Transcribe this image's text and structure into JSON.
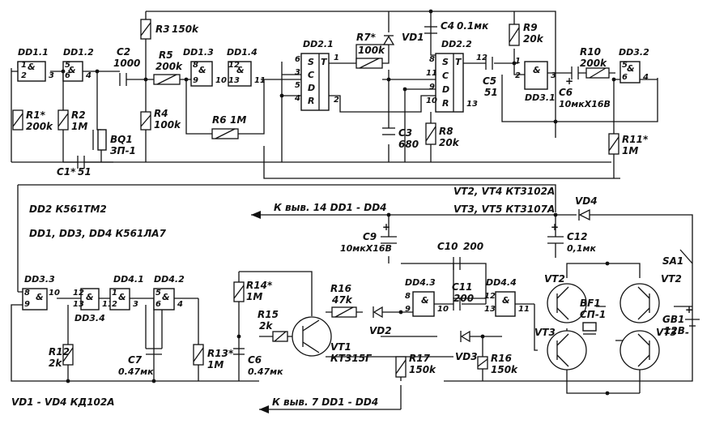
{
  "gates": {
    "dd11": {
      "name": "DD1.1",
      "pins": [
        "1",
        "2",
        "3"
      ],
      "sym": "&"
    },
    "dd12": {
      "name": "DD1.2",
      "pins": [
        "5",
        "6",
        "4"
      ],
      "sym": "&"
    },
    "dd13": {
      "name": "DD1.3",
      "pins": [
        "8",
        "9",
        "10"
      ],
      "sym": "&"
    },
    "dd14": {
      "name": "DD1.4",
      "pins": [
        "12",
        "13",
        "11"
      ],
      "sym": "&"
    },
    "dd31": {
      "name": "DD3.1",
      "pins": [
        "1",
        "2",
        "3"
      ],
      "sym": "&"
    },
    "dd32": {
      "name": "DD3.2",
      "pins": [
        "5",
        "6",
        "4"
      ],
      "sym": "&"
    },
    "dd33": {
      "name": "DD3.3",
      "pins": [
        "8",
        "9",
        "10"
      ],
      "sym": "&"
    },
    "dd34": {
      "name": "DD3.4",
      "pins": [
        "12",
        "13",
        "11"
      ],
      "sym": "&"
    },
    "dd41": {
      "name": "DD4.1",
      "pins": [
        "1",
        "2",
        "3"
      ],
      "sym": "&"
    },
    "dd42": {
      "name": "DD4.2",
      "pins": [
        "5",
        "6",
        "4"
      ],
      "sym": "&"
    },
    "dd43": {
      "name": "DD4.3",
      "pins": [
        "8",
        "9",
        "10"
      ],
      "sym": "&"
    },
    "dd44": {
      "name": "DD4.4",
      "pins": [
        "12",
        "13",
        "11"
      ],
      "sym": "&"
    }
  },
  "triggers": {
    "dd21": {
      "name": "DD2.1",
      "inputs": [
        "S",
        "C",
        "D",
        "R"
      ],
      "output": "T",
      "pins": [
        "6",
        "3",
        "5",
        "4",
        "1",
        "2"
      ]
    },
    "dd22": {
      "name": "DD2.2",
      "inputs": [
        "S",
        "C",
        "D",
        "R"
      ],
      "output": "T",
      "pins": [
        "8",
        "11",
        "9",
        "10",
        "12",
        "13"
      ]
    }
  },
  "resistors": {
    "r1": {
      "name": "R1*",
      "value": "200k"
    },
    "r2": {
      "name": "R2",
      "value": "1M"
    },
    "r3": {
      "name": "R3",
      "value": "150k"
    },
    "r4": {
      "name": "R4",
      "value": "100k"
    },
    "r5": {
      "name": "R5",
      "value": "200k"
    },
    "r6": {
      "name": "R6",
      "value": "1M"
    },
    "r7": {
      "name": "R7*",
      "value": "100k"
    },
    "r8": {
      "name": "R8",
      "value": "20k"
    },
    "r9": {
      "name": "R9",
      "value": "20k"
    },
    "r10": {
      "name": "R10",
      "value": "200k"
    },
    "r11": {
      "name": "R11*",
      "value": "1M"
    },
    "r12": {
      "name": "R12",
      "value": "2k"
    },
    "r13": {
      "name": "R13*",
      "value": "1M"
    },
    "r14": {
      "name": "R14*",
      "value": "1M"
    },
    "r15": {
      "name": "R15",
      "value": "2k"
    },
    "r16a": {
      "name": "R16",
      "value": "47k"
    },
    "r16b": {
      "name": "R16",
      "value": "150k"
    },
    "r17": {
      "name": "R17",
      "value": "150k"
    }
  },
  "capacitors": {
    "c1": {
      "name": "C1*",
      "value": "51"
    },
    "c2": {
      "name": "C2",
      "value": "1000"
    },
    "c3": {
      "name": "C3",
      "value": "680"
    },
    "c4": {
      "name": "C4",
      "value": "0.1мк"
    },
    "c5": {
      "name": "C5",
      "value": "51"
    },
    "c6a": {
      "name": "C6",
      "value": "10мкX16B"
    },
    "c6b": {
      "name": "C6",
      "value": "0.47мк"
    },
    "c7": {
      "name": "C7",
      "value": "0.47мк"
    },
    "c9": {
      "name": "C9",
      "value": "10мкX16B"
    },
    "c10": {
      "name": "C10",
      "value": "200"
    },
    "c11": {
      "name": "C11",
      "value": "200"
    },
    "c12": {
      "name": "C12",
      "value": "0,1мк"
    }
  },
  "diodes": {
    "vd1": {
      "name": "VD1"
    },
    "vd2": {
      "name": "VD2"
    },
    "vd3": {
      "name": "VD3"
    },
    "vd4": {
      "name": "VD4"
    }
  },
  "transistors": {
    "vt1": {
      "name": "VT1",
      "type": "КТ315Г"
    },
    "vt2a": {
      "name": "VT2"
    },
    "vt2b": {
      "name": "VT2"
    },
    "vt3a": {
      "name": "VT3"
    },
    "vt3b": {
      "name": "VT3"
    }
  },
  "misc": {
    "bq1": {
      "name": "BQ1",
      "type": "ЗП-1"
    },
    "bf1": {
      "name": "BF1",
      "type": "СП-1"
    },
    "sa1": {
      "name": "SA1"
    },
    "gb1": {
      "name": "GB1",
      "value": "12В"
    },
    "plus": "+",
    "minus": "-"
  },
  "notes": {
    "vt24": "VT2, VT4  КТ3102А",
    "vt35": "VT3, VT5  КТ3107А",
    "dd2": "DD2    К561ТМ2",
    "dd134": "DD1, DD3, DD4    К561ЛА7",
    "vd": "VD1 - VD4    КД102А",
    "pin14": "К выв. 14 DD1 - DD4",
    "pin7": "К выв. 7 DD1 - DD4"
  }
}
